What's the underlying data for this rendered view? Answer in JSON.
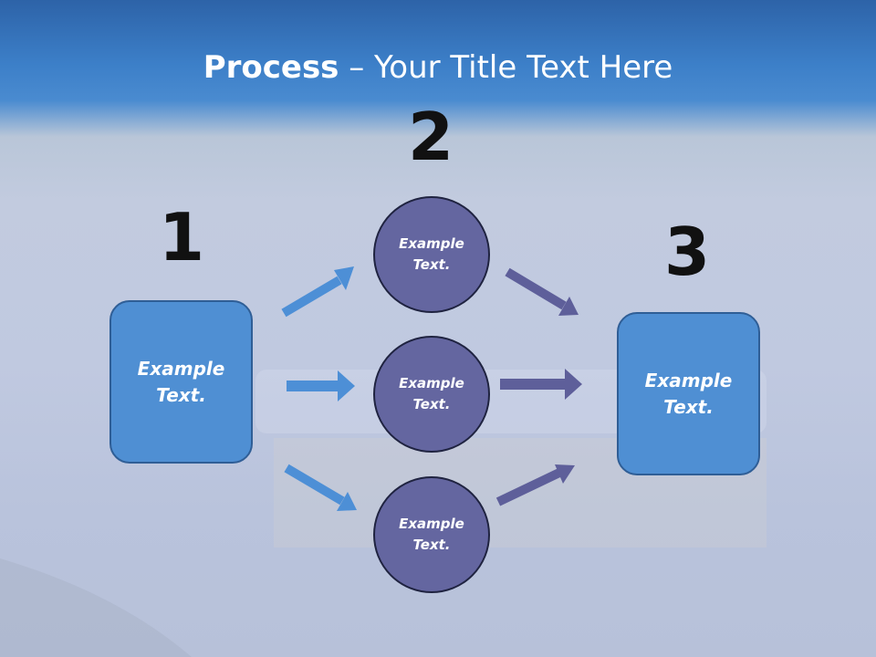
{
  "title": {
    "bold": "Process",
    "rest": " – Your Title Text Here"
  },
  "step_numbers": [
    "1",
    "2",
    "3"
  ],
  "boxes": {
    "left": "Example Text.",
    "right": "Example Text."
  },
  "circles": [
    "Example Text.",
    "Example Text.",
    "Example Text."
  ],
  "colors": {
    "box_fill": "#4f8fd3",
    "circle_fill": "#6466a0",
    "arrow_blue": "#4d8fd6",
    "arrow_purple": "#5e5f9a"
  }
}
